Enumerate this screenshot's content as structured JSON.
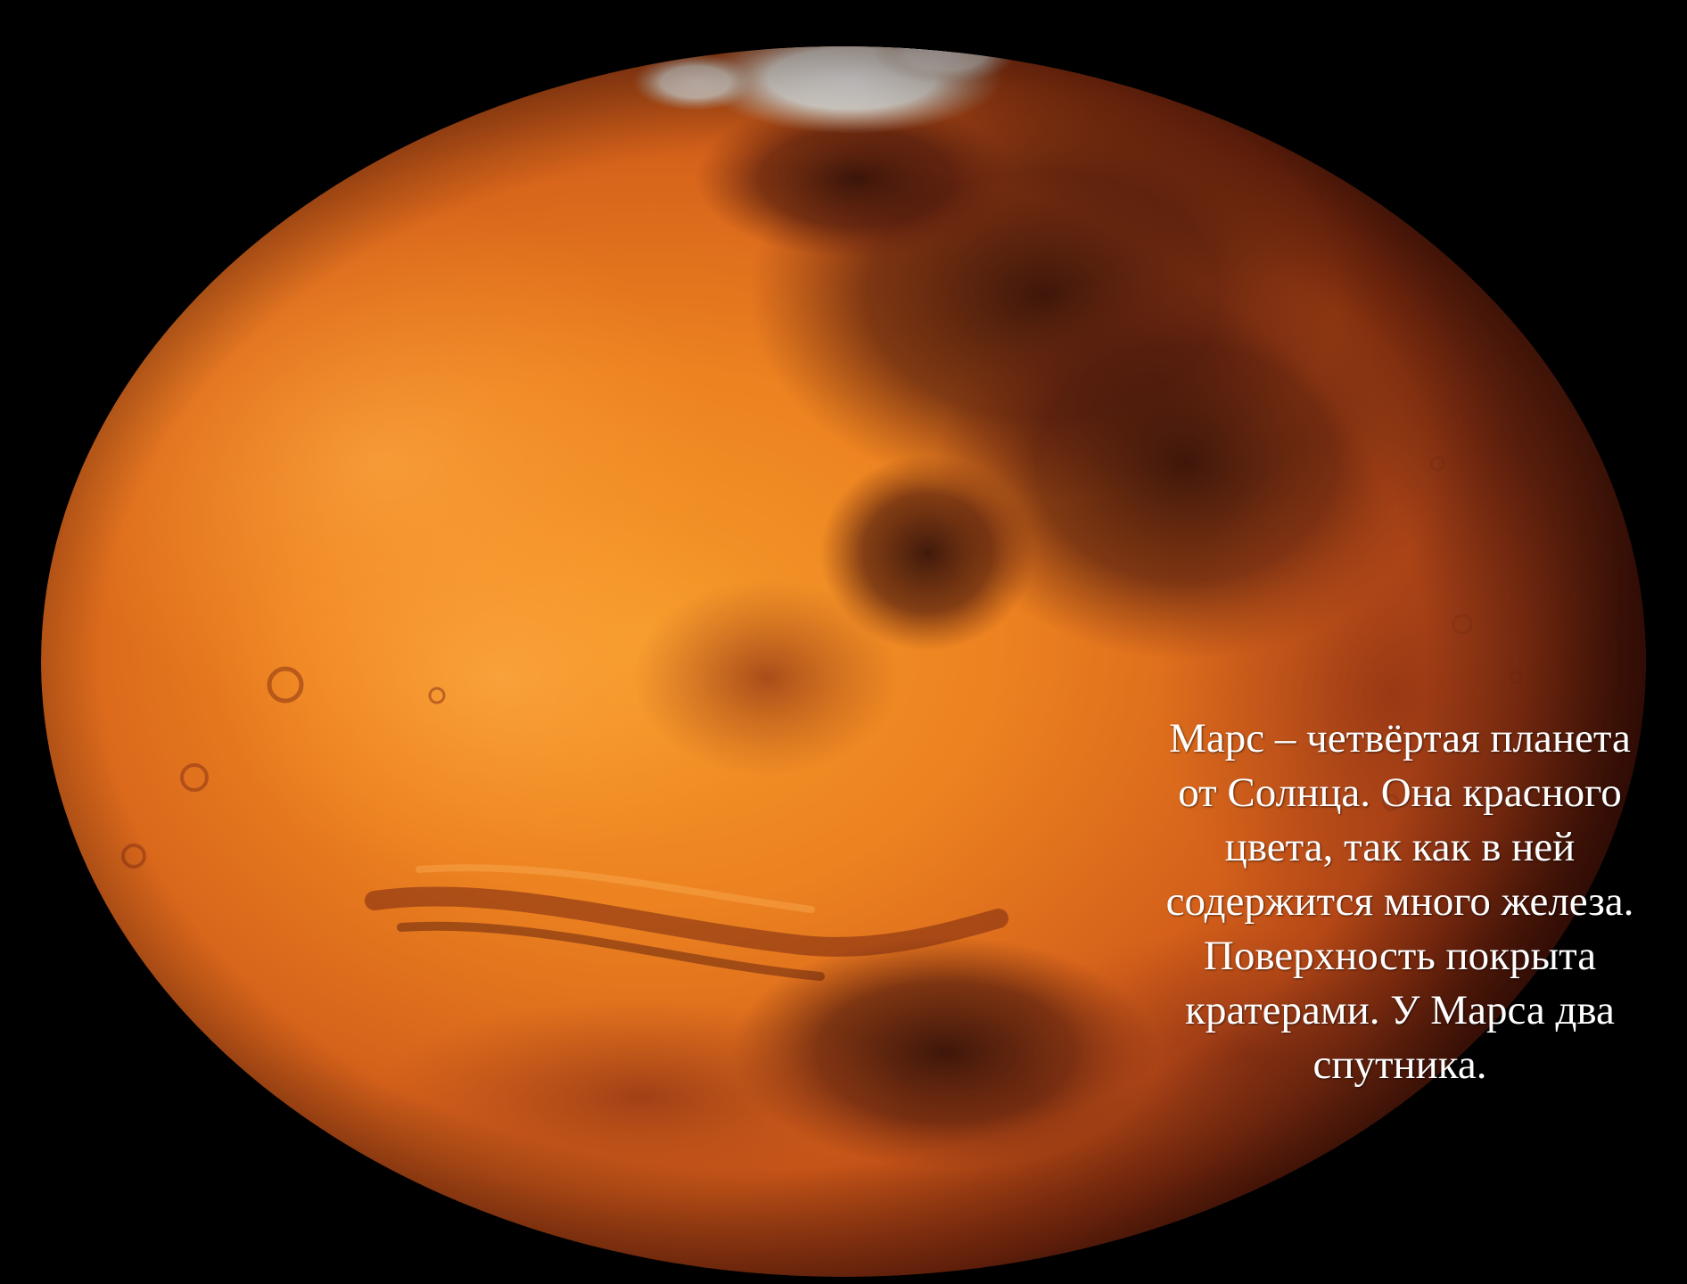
{
  "slide": {
    "subject": "mars-photo",
    "colors": {
      "background": "#000000",
      "planet_light": "#f08a22",
      "planet_mid": "#c8501a",
      "planet_dark": "#3b120c",
      "polar_cap": "#f4f1ea",
      "caption_text": "#ffffff"
    },
    "caption": {
      "lines": [
        "Марс – четвёртая планета",
        "от Солнца. Она красного",
        "цвета, так как в ней",
        "содержится много железа.",
        "Поверхность покрыта",
        "кратерами. У Марса два",
        "спутника."
      ]
    }
  }
}
